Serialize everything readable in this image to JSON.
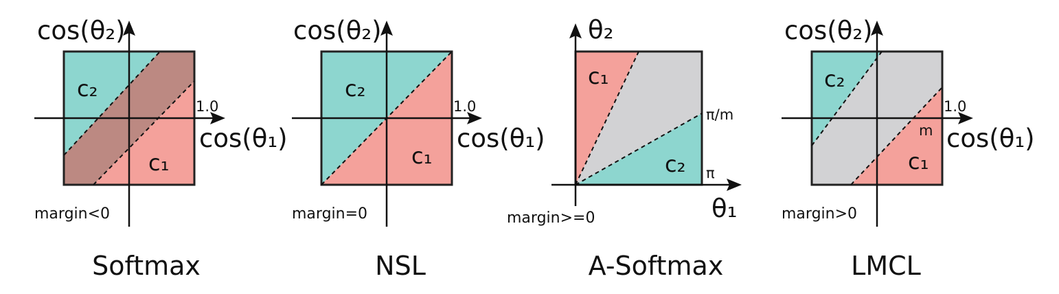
{
  "colors": {
    "teal": "#8dd6cf",
    "salmon": "#f4a19b",
    "brown": "#bc8982",
    "gray": "#d2d2d4",
    "line": "#1a1a1a"
  },
  "panels": [
    {
      "id": "softmax",
      "caption": "Softmax",
      "y_axis_label": "cos(θ₂)",
      "x_axis_label": "cos(θ₁)",
      "tick_label": "1.0",
      "class_top": "c₂",
      "class_bottom": "c₁",
      "margin_label": "margin<0",
      "decision_band": "overlap"
    },
    {
      "id": "nsl",
      "caption": "NSL",
      "y_axis_label": "cos(θ₂)",
      "x_axis_label": "cos(θ₁)",
      "tick_label": "1.0",
      "class_top": "c₂",
      "class_bottom": "c₁",
      "margin_label": "margin=0",
      "decision_band": "none"
    },
    {
      "id": "a-softmax",
      "caption": "A-Softmax",
      "y_axis_label": "θ₂",
      "x_axis_label": "θ₁",
      "tick_label_pi_over_m": "π/m",
      "tick_label_pi": "π",
      "class_top": "c₁",
      "class_bottom": "c₂",
      "margin_label": "margin>=0",
      "decision_band": "angular-margin"
    },
    {
      "id": "lmcl",
      "caption": "LMCL",
      "y_axis_label": "cos(θ₂)",
      "x_axis_label": "cos(θ₁)",
      "tick_label": "1.0",
      "margin_mark": "m",
      "class_top": "c₂",
      "class_bottom": "c₁",
      "margin_label": "margin>0",
      "decision_band": "cosine-margin"
    }
  ]
}
